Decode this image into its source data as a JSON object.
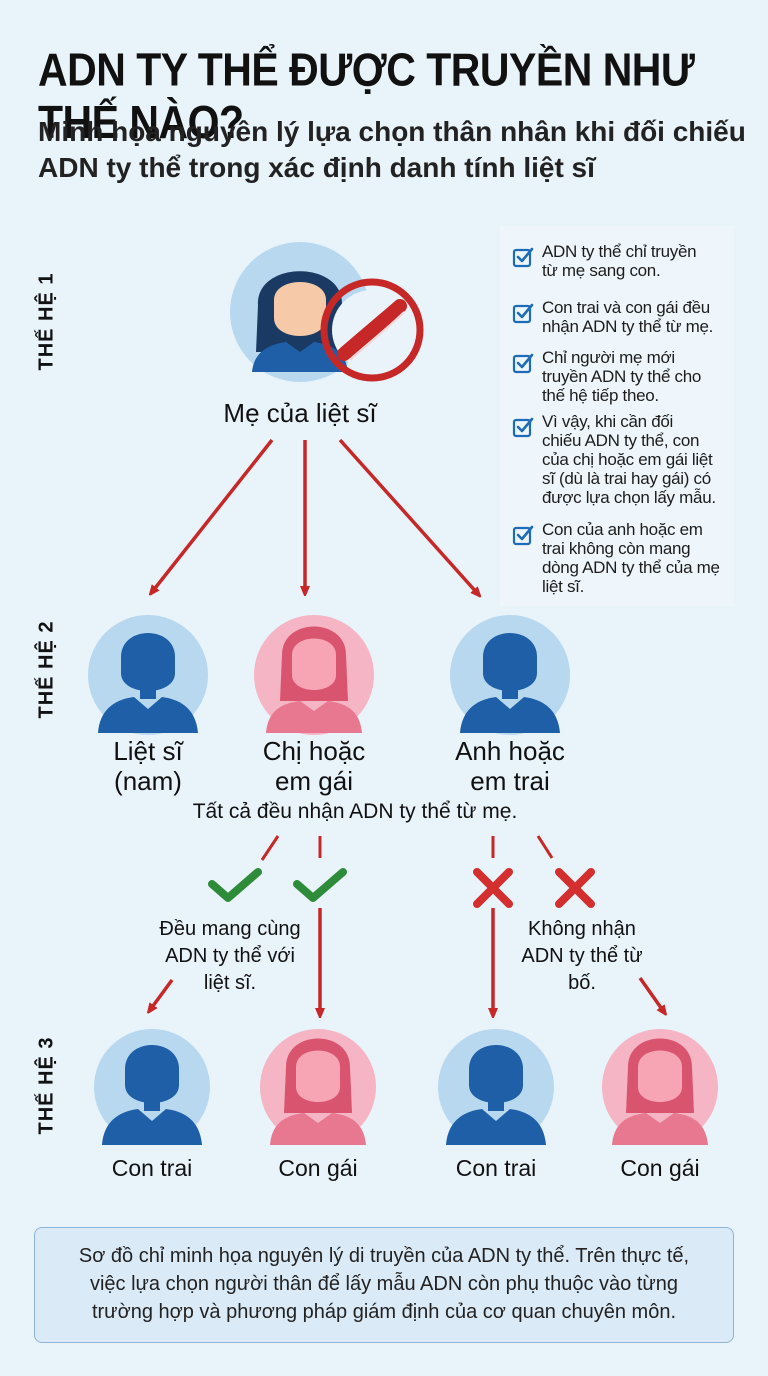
{
  "header": {
    "title": "ADN TY THỂ ĐƯỢC TRUYỀN NHƯ THẾ NÀO?",
    "subtitle_line1": "Minh họa nguyên lý lựa chọn thân nhân khi đối chiếu",
    "subtitle_line2": "ADN ty thể trong xác định danh tính liệt sĩ"
  },
  "generations": {
    "gen1": "THẾ HỆ 1",
    "gen2": "THẾ HỆ 2",
    "gen3": "THẾ HỆ 3"
  },
  "gen1": {
    "mother_label": "Mẹ của liệt sĩ"
  },
  "gen2": {
    "martyr_line1": "Liệt sĩ",
    "martyr_line2": "(nam)",
    "sister_line1": "Chị hoặc",
    "sister_line2": "em gái",
    "brother_line1": "Anh hoặc",
    "brother_line2": "em trai",
    "all_receive": "Tất cả đều nhận ADN ty thể từ mẹ."
  },
  "notes": {
    "same_line1": "Đều mang cùng",
    "same_line2": "ADN ty thể với",
    "same_line3": "liệt sĩ.",
    "not_line1": "Không nhận",
    "not_line2": "ADN ty thể từ",
    "not_line3": "bố."
  },
  "gen3": {
    "child1": "Con trai",
    "child2": "Con gái",
    "child3": "Con trai",
    "child4": "Con gái"
  },
  "info": {
    "item1": [
      "ADN ty thể chỉ truyền",
      "từ mẹ sang con."
    ],
    "item2": [
      "Con trai và con gái đều",
      "nhận ADN ty thể từ mẹ."
    ],
    "item3": [
      "Chỉ người mẹ mới",
      "truyền ADN ty thể cho",
      "thế hệ tiếp theo."
    ],
    "item4": [
      "Vì vậy, khi cần đối",
      "chiếu ADN ty thể, con",
      "của chị hoặc em gái liệt",
      "sĩ (dù là trai hay gái) có",
      "được lựa chọn lấy mẫu."
    ],
    "item5": [
      "Con của anh hoặc em",
      "trai không còn mang",
      "dòng ADN ty thể của mẹ",
      "liệt sĩ."
    ]
  },
  "footer": {
    "line1": "Sơ đồ chỉ minh họa nguyên lý di truyền của ADN ty thể. Trên thực tế,",
    "line2": "việc lựa chọn người thân để lấy mẫu ADN còn phụ thuộc vào từng",
    "line3": "trường hợp và phương pháp giám định của cơ quan chuyên môn."
  },
  "colors": {
    "background": "#e9f3fa",
    "male_circle": "#b8d8f0",
    "female_circle": "#f5b5c4",
    "male_figure": "#1e5fa8",
    "female_figure": "#e87890",
    "arrow_red": "#c62828",
    "check_green": "#2e8b3a",
    "cross_red": "#d32f2f",
    "checkbox_blue": "#1e6bb8"
  }
}
